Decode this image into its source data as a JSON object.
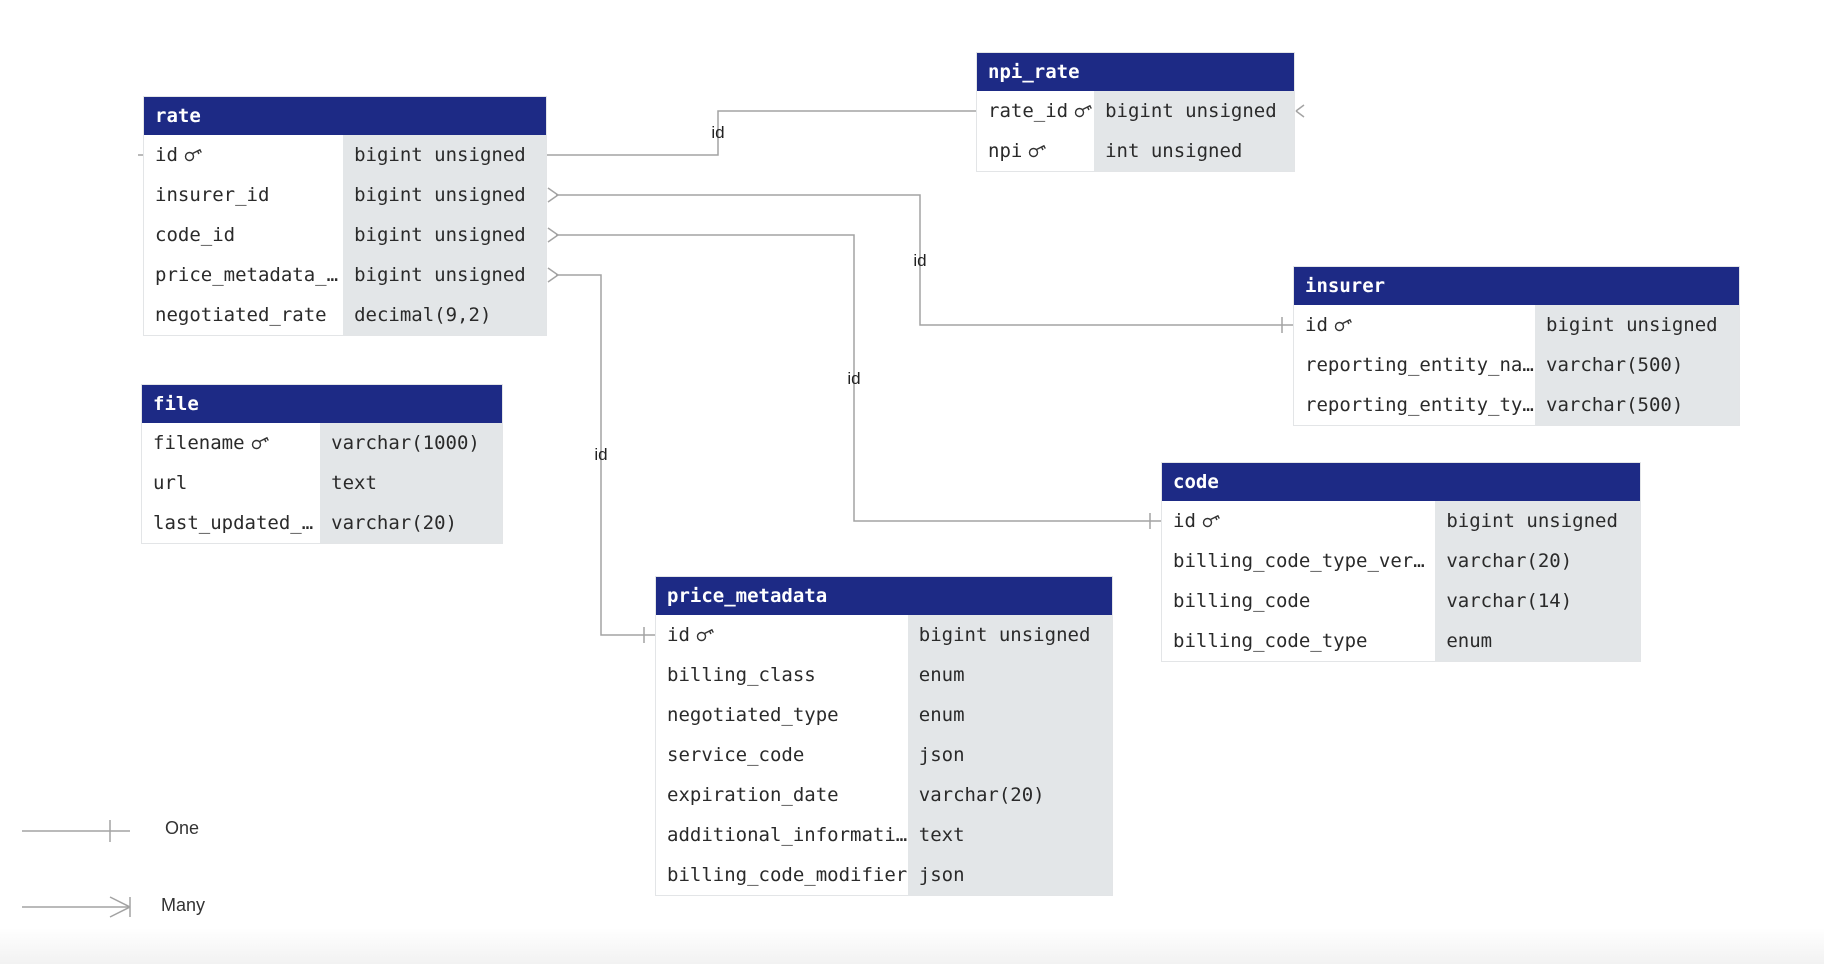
{
  "diagram": {
    "header_color": "#1d2a85",
    "tables": [
      {
        "id": "rate",
        "title": "rate",
        "columns": [
          {
            "name": "id",
            "type": "bigint unsigned",
            "key": true
          },
          {
            "name": "insurer_id",
            "type": "bigint unsigned",
            "key": false
          },
          {
            "name": "code_id",
            "type": "bigint unsigned",
            "key": false
          },
          {
            "name": "price_metadata_id",
            "type": "bigint unsigned",
            "key": false
          },
          {
            "name": "negotiated_rate",
            "type": "decimal(9,2)",
            "key": false
          }
        ]
      },
      {
        "id": "npi_rate",
        "title": "npi_rate",
        "columns": [
          {
            "name": "rate_id",
            "type": "bigint unsigned",
            "key": true
          },
          {
            "name": "npi",
            "type": "int unsigned",
            "key": true
          }
        ]
      },
      {
        "id": "file",
        "title": "file",
        "columns": [
          {
            "name": "filename",
            "type": "varchar(1000)",
            "key": true
          },
          {
            "name": "url",
            "type": "text",
            "key": false
          },
          {
            "name": "last_updated_on",
            "type": "varchar(20)",
            "key": false
          }
        ]
      },
      {
        "id": "insurer",
        "title": "insurer",
        "columns": [
          {
            "name": "id",
            "type": "bigint unsigned",
            "key": true
          },
          {
            "name": "reporting_entity_name",
            "type": "varchar(500)",
            "key": false
          },
          {
            "name": "reporting_entity_type",
            "type": "varchar(500)",
            "key": false
          }
        ]
      },
      {
        "id": "code",
        "title": "code",
        "columns": [
          {
            "name": "id",
            "type": "bigint unsigned",
            "key": true
          },
          {
            "name": "billing_code_type_versi…",
            "type": "varchar(20)",
            "key": false
          },
          {
            "name": "billing_code",
            "type": "varchar(14)",
            "key": false
          },
          {
            "name": "billing_code_type",
            "type": "enum",
            "key": false
          }
        ]
      },
      {
        "id": "price_metadata",
        "title": "price_metadata",
        "columns": [
          {
            "name": "id",
            "type": "bigint unsigned",
            "key": true
          },
          {
            "name": "billing_class",
            "type": "enum",
            "key": false
          },
          {
            "name": "negotiated_type",
            "type": "enum",
            "key": false
          },
          {
            "name": "service_code",
            "type": "json",
            "key": false
          },
          {
            "name": "expiration_date",
            "type": "varchar(20)",
            "key": false
          },
          {
            "name": "additional_information",
            "type": "text",
            "key": false
          },
          {
            "name": "billing_code_modifier",
            "type": "json",
            "key": false
          }
        ]
      }
    ],
    "relationships": [
      {
        "from": "rate.id",
        "to": "npi_rate.rate_id",
        "label": "id",
        "from_end": "one",
        "to_end": "many"
      },
      {
        "from": "rate.insurer_id",
        "to": "insurer.id",
        "label": "id",
        "from_end": "many",
        "to_end": "one"
      },
      {
        "from": "rate.code_id",
        "to": "code.id",
        "label": "id",
        "from_end": "many",
        "to_end": "one"
      },
      {
        "from": "rate.price_metadata_id",
        "to": "price_metadata.id",
        "label": "id",
        "from_end": "many",
        "to_end": "one"
      }
    ]
  },
  "legend": {
    "one_label": "One",
    "many_label": "Many"
  }
}
